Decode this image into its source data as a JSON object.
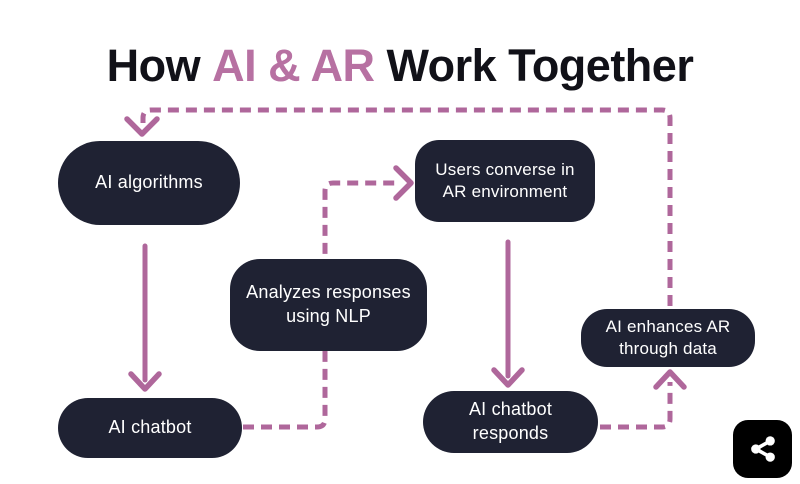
{
  "title": {
    "prefix": "How",
    "highlight": "AI & AR",
    "suffix": "Work Together"
  },
  "nodes": {
    "ai_algorithms": {
      "label": "AI algorithms"
    },
    "users_converse": {
      "label": "Users converse in AR environment"
    },
    "analyzes": {
      "label": "Analyzes responses using NLP"
    },
    "ai_chatbot": {
      "label": "AI chatbot"
    },
    "chatbot_responds": {
      "label": "AI chatbot responds"
    },
    "ai_enhances": {
      "label": "AI enhances AR through data"
    }
  },
  "edges": [
    {
      "from": "AI algorithms",
      "to": "AI chatbot",
      "style": "solid"
    },
    {
      "from": "AI chatbot",
      "to": "Users converse in AR environment",
      "style": "dashed",
      "passes_behind": "Analyzes responses using NLP"
    },
    {
      "from": "Users converse in AR environment",
      "to": "AI chatbot responds",
      "style": "solid"
    },
    {
      "from": "AI chatbot responds",
      "to": "AI enhances AR through data",
      "style": "dashed"
    },
    {
      "from": "AI enhances AR through data",
      "to": "AI algorithms",
      "style": "dashed"
    }
  ],
  "icons": {
    "share": "share-nodes-icon"
  },
  "colors": {
    "arrow_pink": "#af679b",
    "title_highlight_pink": "#b771a2",
    "node_background": "#1f2233",
    "node_text": "#ffffff",
    "title_text": "#111118",
    "share_button_background": "#000000",
    "page_background": "#ffffff"
  }
}
